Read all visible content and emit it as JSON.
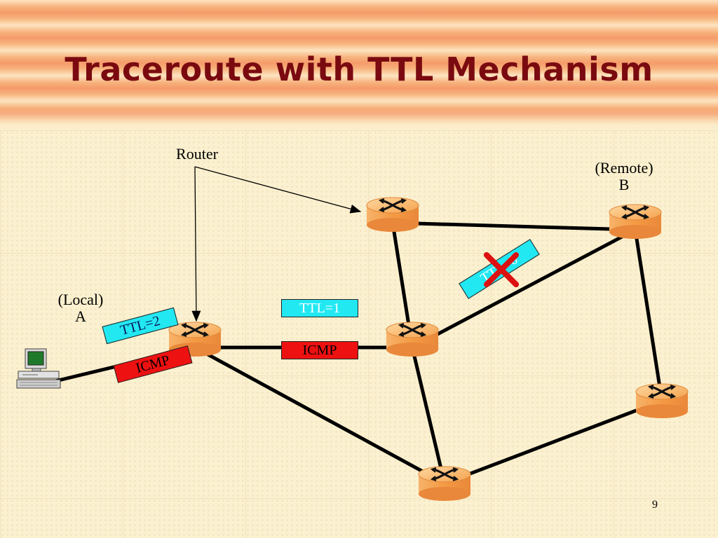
{
  "slide": {
    "title": "Traceroute with TTL Mechanism",
    "page_number": "9"
  },
  "labels": {
    "router": "Router",
    "remote_line1": "(Remote)",
    "remote_line2": "B",
    "local_line1": "(Local)",
    "local_line2": "A"
  },
  "packets": {
    "ttl2": "TTL=2",
    "ttl1": "TTL=1",
    "ttl0": "TTL=0",
    "icmp_1": "ICMP",
    "icmp_2": "ICMP"
  },
  "colors": {
    "title": "#7a0a10",
    "router_body": "#f6a85a",
    "ttl_box": "#22e8f2",
    "icmp_box": "#ee1111",
    "drop_mark": "#dd1111"
  },
  "icons": {
    "host": "desktop-computer-icon",
    "router": "router-icon",
    "drop": "cross-mark-icon"
  }
}
